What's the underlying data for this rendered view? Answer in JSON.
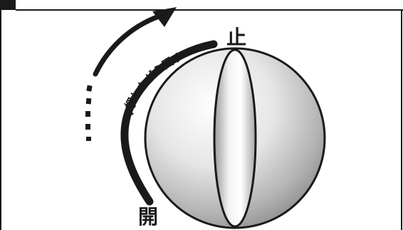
{
  "labels": {
    "stop": "止",
    "open": "開",
    "instruction": "押しながら回す"
  },
  "colors": {
    "line": "#1a1a1a",
    "knob_light": "#ffffff",
    "knob_dark": "#8c8c8c",
    "background": "#ffffff"
  },
  "icons": {
    "rotation_arrow": "curved-arrow-icon",
    "instruction_arrow": "small-arrow-icon"
  }
}
